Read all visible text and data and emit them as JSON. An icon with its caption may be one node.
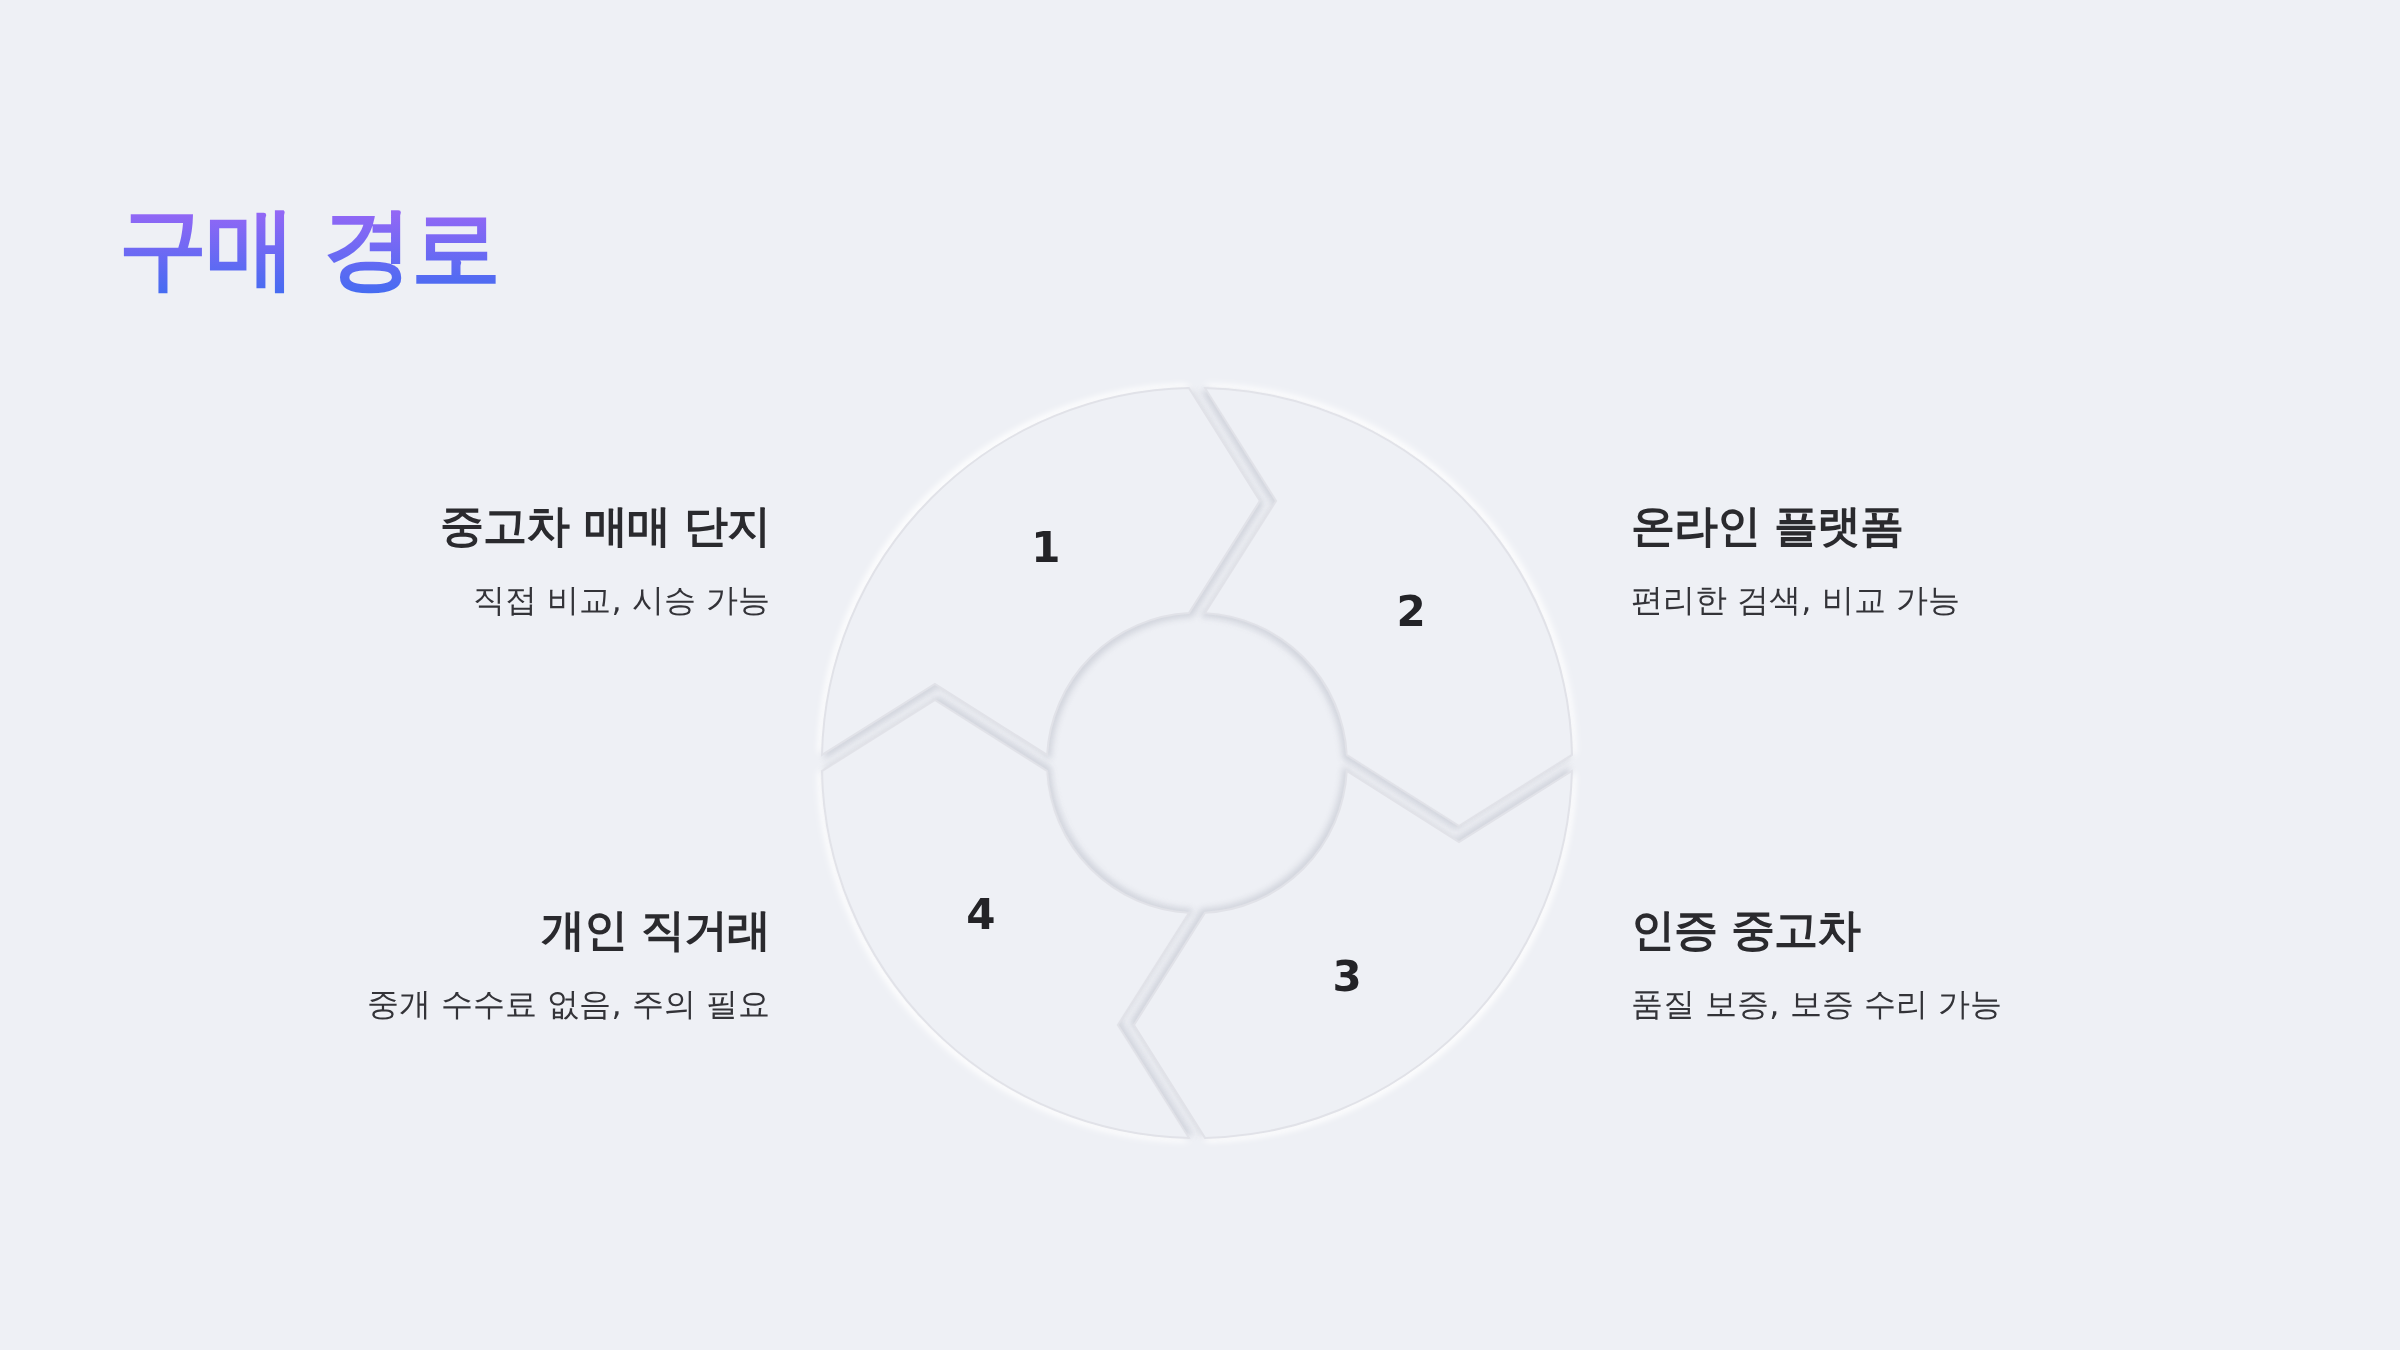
{
  "diagram": {
    "title": "구매 경로",
    "nodes": [
      {
        "text": [
          "1"
        ],
        "beside": [
          "중고차 매매 단지",
          "직접 비교, 시승 가능"
        ]
      },
      {
        "text": [
          "2"
        ],
        "beside": [
          "온라인 플랫폼",
          "편리한 검색, 비교 가능"
        ]
      },
      {
        "text": [
          "3"
        ],
        "beside": [
          "인증 중고차",
          "품질 보증, 보증 수리 가능"
        ]
      },
      {
        "text": [
          "4"
        ],
        "beside": [
          "개인 직거래",
          "중개 수수료 없음, 주의 필요"
        ]
      }
    ]
  }
}
